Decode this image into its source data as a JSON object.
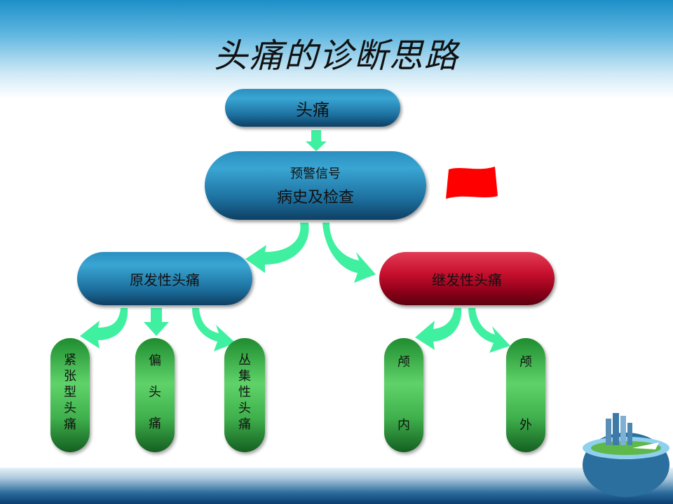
{
  "title": "头痛的诊断思路",
  "nodes": {
    "root": "头痛",
    "warning_line1": "预警信号",
    "warning_line2": "病史及检查",
    "primary": "原发性头痛",
    "secondary": "继发性头痛",
    "tension": [
      "紧",
      "张",
      "型",
      "头",
      "痛"
    ],
    "migraine": [
      "偏",
      "头",
      "痛"
    ],
    "cluster": [
      "丛",
      "集",
      "性",
      "头",
      "痛"
    ],
    "intracranial": [
      "颅",
      "内"
    ],
    "extracranial": [
      "颅",
      "外"
    ]
  },
  "colors": {
    "blue_node": "#1c6f9e",
    "red_node": "#c8102e",
    "green_node": "#3fb04c",
    "arrow": "#3ff0a0",
    "flag": "#ff0000"
  }
}
